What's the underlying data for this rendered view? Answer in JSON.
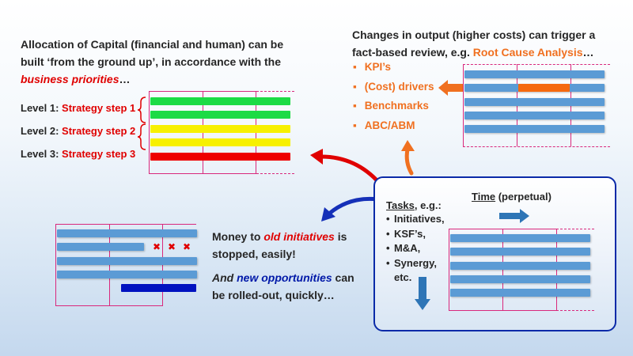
{
  "top_left": {
    "line1": "Allocation of Capital (financial and human) can be",
    "line2": "built ‘from the ground up’, in accordance with the",
    "line3_em": "business priorities",
    "line3_tail": "…"
  },
  "levels": [
    {
      "prefix": "Level 1: ",
      "step": "Strategy step 1"
    },
    {
      "prefix": "Level 2: ",
      "step": "Strategy step 2"
    },
    {
      "prefix": "Level 3: ",
      "step": "Strategy step 3"
    }
  ],
  "top_right": {
    "line1": "Changes in output (higher costs) can trigger a",
    "line2_prefix": "fact-based review, e.g. ",
    "line2_highlight": "Root Cause Analysis",
    "line2_tail": "…"
  },
  "review_items": [
    "KPI’s",
    "(Cost) drivers",
    "Benchmarks",
    "ABC/ABM"
  ],
  "bottom_left": {
    "line1_prefix": "Money to ",
    "line1_em": "old initiatives",
    "line1_tail": " is",
    "line2": "stopped, easily!",
    "line3_prefix": "And ",
    "line3_em": "new opportunities",
    "line3_tail": " can",
    "line4": "be rolled-out, quickly…"
  },
  "box": {
    "tasks_label": "Tasks",
    "tasks_tail": ", e.g.:",
    "task_items": [
      "Initiatives,",
      "KSF’s,",
      "M&A,",
      "Synergy,"
    ],
    "task_etc": "etc.",
    "time_label": "Time",
    "time_tail": " (perpetual)"
  },
  "marks": {
    "cross": "✖"
  },
  "colors": {
    "accent_red": "#e00000",
    "accent_orange": "#f07020",
    "accent_navy": "#0018a8",
    "grid_pink": "#d9287c",
    "bar_blue": "#5b9bd5",
    "box_border": "#0a2aa8"
  },
  "icons": [
    "curved-arrow-left-icon",
    "curved-arrow-up-icon",
    "orange-arrow-left-icon",
    "blue-arrow-right-icon",
    "blue-arrow-down-icon",
    "cross-icon"
  ]
}
